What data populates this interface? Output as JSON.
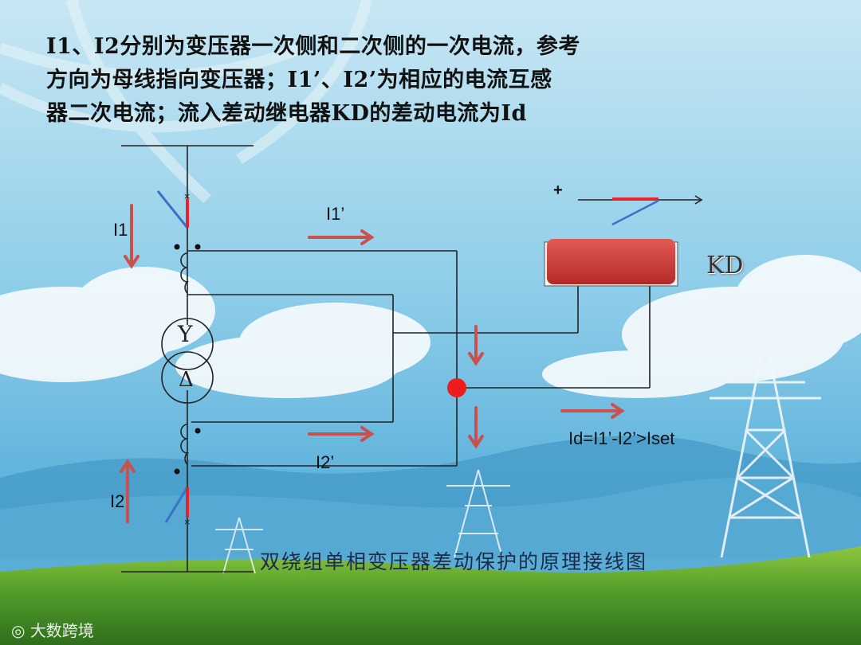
{
  "intro": {
    "line1": "I1、I2分别为变压器一次侧和二次侧的一次电流，参考",
    "line2": "方向为母线指向变压器；I1’、I2’为相应的电流互感",
    "line3": "器二次电流；流入差动继电器KD的差动电流为Id"
  },
  "labels": {
    "i1": "I1",
    "i2": "I2",
    "i1_prime": "I1’",
    "i2_prime": "I2’",
    "plus": "+",
    "kd": "KD",
    "wye": "Y",
    "delta": "Δ",
    "formula": "Id=I1’-I2’>Iset"
  },
  "caption": "双绕组单相变压器差动保护的原理接线图",
  "logo": "大数跨境",
  "colors": {
    "arrow": "#c9504c",
    "relay": "#d6403c",
    "node": "#ee1c1c",
    "contact_red": "#e8232b",
    "contact_blue": "#3a72c4",
    "wire": "#222222"
  }
}
